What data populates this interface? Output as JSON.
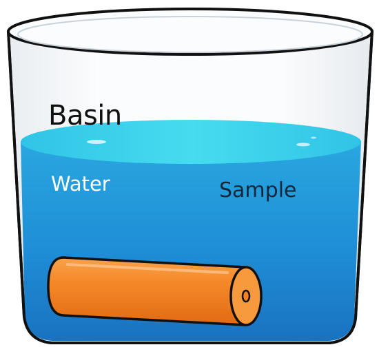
{
  "labels": {
    "basin": "Basin",
    "water": "Water",
    "sample": "Sample"
  },
  "colors": {
    "water_surface": "#38d3e8",
    "water_body": "#1e90d6",
    "water_deep": "#1a73c2",
    "sample": "#f58220",
    "sample_end": "#f9a04a",
    "outline": "#111111",
    "glass": "#f4f6f8"
  },
  "icons": {
    "container": "beaker-basin-icon",
    "sample": "cylinder-sample-icon"
  }
}
